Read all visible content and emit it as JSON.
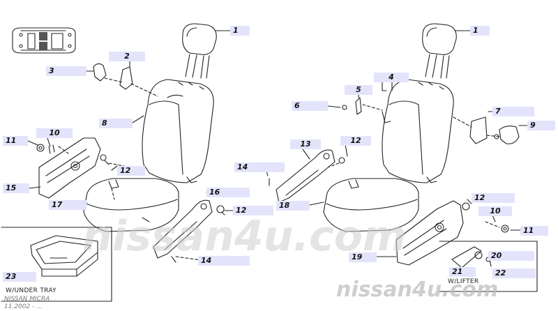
{
  "watermark": {
    "primary": "nissan4u.com",
    "faded": "nissan4u.com"
  },
  "footer": {
    "model": "NISSAN MICRA",
    "date": "11.2002 - ..."
  },
  "subdiagrams": {
    "under_tray": "W/UNDER TRAY",
    "lifter": "W/LIFTER"
  },
  "callouts": {
    "l1": "1",
    "l2": "2",
    "l3": "3",
    "l8": "8",
    "l10": "10",
    "l11": "11",
    "l12a": "12",
    "l15": "15",
    "l16": "16",
    "l17": "17",
    "l12b": "12",
    "l14a": "14",
    "l23": "23",
    "r1": "1",
    "r4": "4",
    "r5": "5",
    "r6": "6",
    "r7": "7",
    "r9": "9",
    "r13": "13",
    "r12a": "12",
    "r14": "14",
    "r18": "18",
    "r12b": "12",
    "r10": "10",
    "r11": "11",
    "r19": "19",
    "r20": "20",
    "r21": "21",
    "r22": "22"
  }
}
